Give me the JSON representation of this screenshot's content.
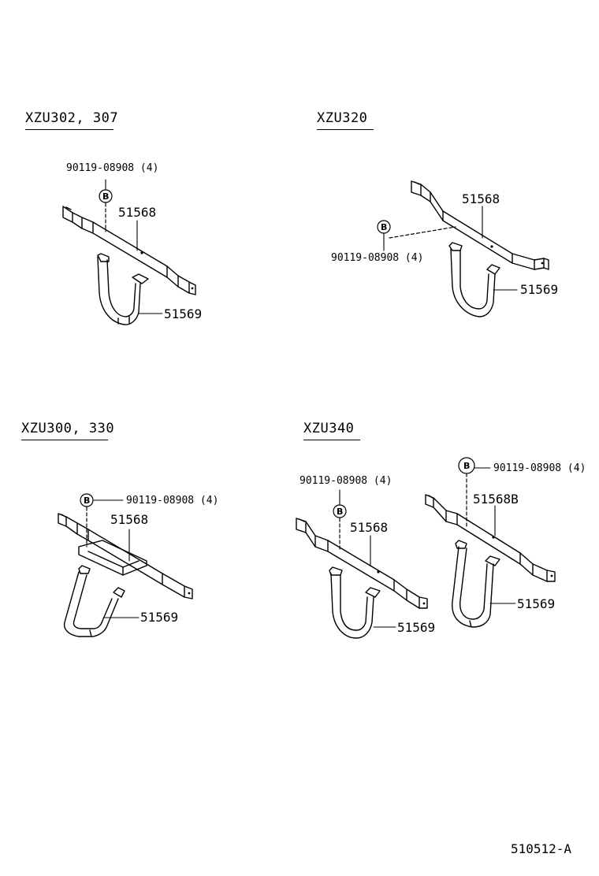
{
  "variants": [
    {
      "heading": "XZU302, 307",
      "bolt": "90119-08908 (4)",
      "bolt_mark": "B",
      "bracket": "51568",
      "band": "51569"
    },
    {
      "heading": "XZU320",
      "bolt": "90119-08908 (4)",
      "bolt_mark": "B",
      "bracket": "51568",
      "band": "51569"
    },
    {
      "heading": "XZU300, 330",
      "bolt": "90119-08908 (4)",
      "bolt_mark": "B",
      "bracket": "51568",
      "band": "51569"
    },
    {
      "heading": "XZU340",
      "bolt_a": "90119-08908 (4)",
      "bolt_b": "90119-08908 (4)",
      "bolt_mark": "B",
      "bracket_a": "51568",
      "bracket_b": "51568B",
      "band_a": "51569",
      "band_b": "51569"
    }
  ],
  "figure_code": "510512-A"
}
